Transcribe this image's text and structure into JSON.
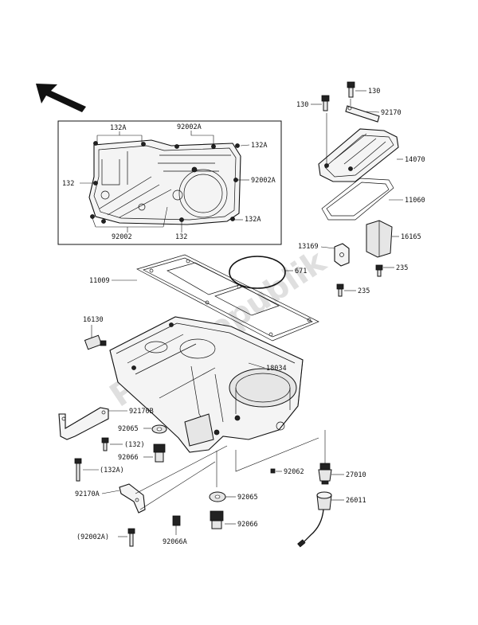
{
  "watermark": "PartsRepublik",
  "inset_labels": {
    "l132A_top": "132A",
    "l92002A_top": "92002A",
    "l132A_right": "132A",
    "l132_left": "132",
    "l92002A_right": "92002A",
    "l132A_lower_right": "132A",
    "l92002": "92002",
    "l132_bottom": "132"
  },
  "labels": {
    "l130_a": "130",
    "l130_b": "130",
    "l92170": "92170",
    "l14070": "14070",
    "l11060": "11060",
    "l16165": "16165",
    "l13169": "13169",
    "l235_a": "235",
    "l235_b": "235",
    "l671": "671",
    "l11009": "11009",
    "l16130": "16130",
    "l18034": "18034",
    "l92170B": "92170B",
    "l92065_a": "92065",
    "l132_paren": "(132)",
    "l92066_a": "92066",
    "l132A_paren": "(132A)",
    "l92170A": "92170A",
    "l92002A_paren": "(92002A)",
    "l92066A": "92066A",
    "l92065_b": "92065",
    "l92066_b": "92066",
    "l92062": "92062",
    "l27010": "27010",
    "l26011": "26011"
  }
}
